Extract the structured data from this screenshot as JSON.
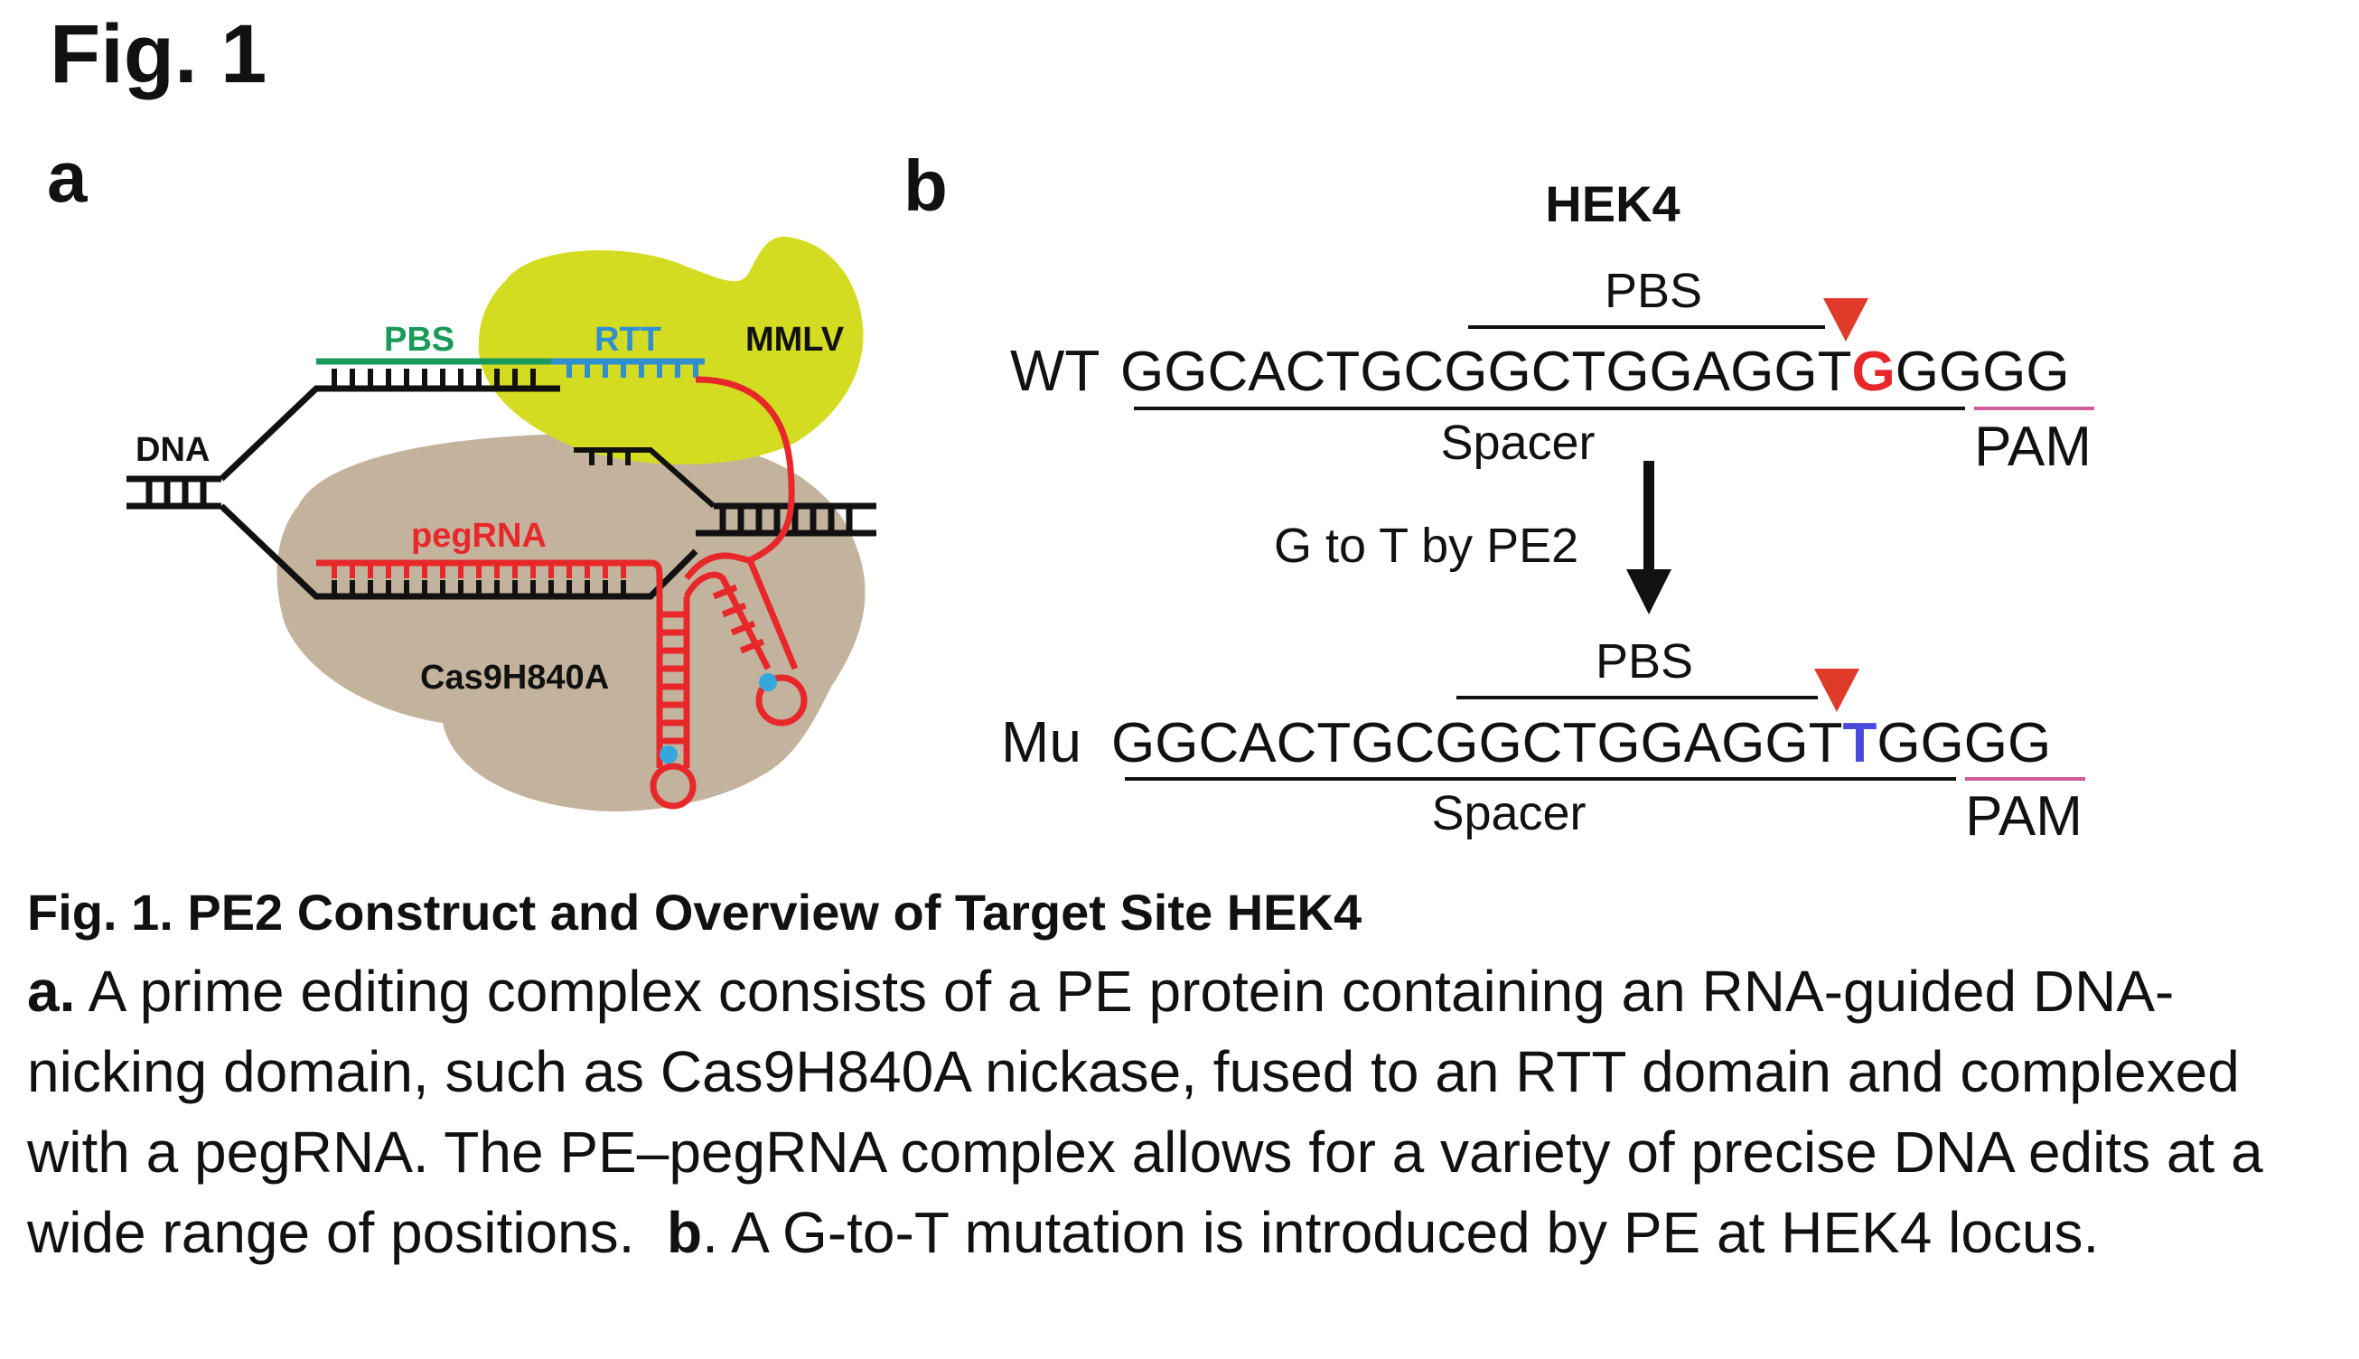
{
  "figure": {
    "title": "Fig. 1"
  },
  "panel_a": {
    "letter": "a",
    "labels": {
      "pbs": "PBS",
      "rtt": "RTT",
      "mmlv": "MMLV",
      "dna": "DNA",
      "pegrna": "pegRNA",
      "cas9": "Cas9H840A"
    },
    "colors": {
      "pbs": "#1a9a5a",
      "rtt": "#2f8fd0",
      "pegrna": "#e8272a",
      "mmlv": "#d4dc22",
      "cas9": "#c3b39d",
      "dna": "#111111",
      "bulge": "#34a7df"
    }
  },
  "panel_b": {
    "letter": "b",
    "locus": "HEK4",
    "wt": {
      "label": "WT",
      "prefix": "GGCACTGCGGCTGGAGGT",
      "edit": "G",
      "suffix": "GGGG",
      "pbs": "PBS",
      "spacer": "Spacer",
      "pam": "PAM"
    },
    "arrow_label": "G to T by PE2",
    "mu": {
      "label": "Mu",
      "prefix": "GGCACTGCGGCTGGAGGT",
      "edit": "T",
      "suffix": "GGGG",
      "pbs": "PBS",
      "spacer": "Spacer",
      "pam": "PAM"
    },
    "colors": {
      "edit_wt": "#e8272a",
      "edit_mu": "#4a4ae0",
      "marker": "#e03a2a",
      "pam_line": "#d05a9a"
    }
  },
  "caption": {
    "title": "Fig. 1. PE2 Construct and Overview of Target Site HEK4",
    "a_label": "a.",
    "a_text": " A prime editing complex consists of a PE protein containing an RNA-guided DNA-nicking domain, such as Cas9H840A nickase, fused to an RTT domain and complexed with a pegRNA. The PE–pegRNA complex allows for a variety of precise DNA edits at a wide range of positions.  ",
    "b_label": "b",
    "b_text": ". A G-to-T mutation is introduced by PE at HEK4 locus."
  }
}
